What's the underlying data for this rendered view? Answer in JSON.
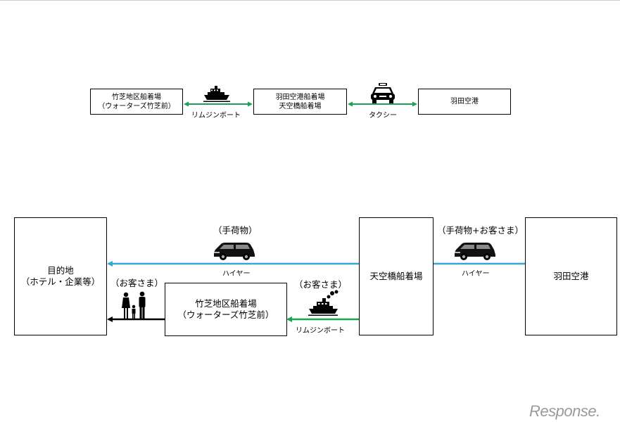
{
  "top_diagram": {
    "nodes": {
      "takeshiba": [
        "竹芝地区船着場",
        "（ウォーターズ竹芝前）"
      ],
      "haneda_pier": [
        "羽田空港船着場",
        "天空橋船着場"
      ],
      "haneda_airport": [
        "羽田空港"
      ]
    },
    "edges": {
      "boat": "リムジンボート",
      "taxi": "タクシー"
    }
  },
  "bottom_diagram": {
    "nodes": {
      "destination": [
        "目的地",
        "（ホテル・企業等）"
      ],
      "takeshiba": [
        "竹芝地区船着場",
        "（ウォーターズ竹芝前）"
      ],
      "tenkubashi": [
        "天空橋船着場"
      ],
      "airport": [
        "羽田空港"
      ]
    },
    "edges": {
      "hire_to_dest": {
        "note": "（手荷物）",
        "mode": "ハイヤー"
      },
      "hire_from_airport": {
        "note": "（手荷物+お客さま）",
        "mode": "ハイヤー"
      },
      "boat": {
        "note": "（お客さま）",
        "mode": "リムジンボート"
      },
      "walk": {
        "note": "（お客さま）"
      }
    }
  },
  "colors": {
    "green_arrow": "#1aa351",
    "blue_arrow": "#33a7cf",
    "black_arrow": "#000000",
    "logo": "#9a9a9a"
  },
  "icons": [
    "ship-icon",
    "taxi-icon",
    "hire-car-icon",
    "people-icon"
  ],
  "logo": "Response."
}
